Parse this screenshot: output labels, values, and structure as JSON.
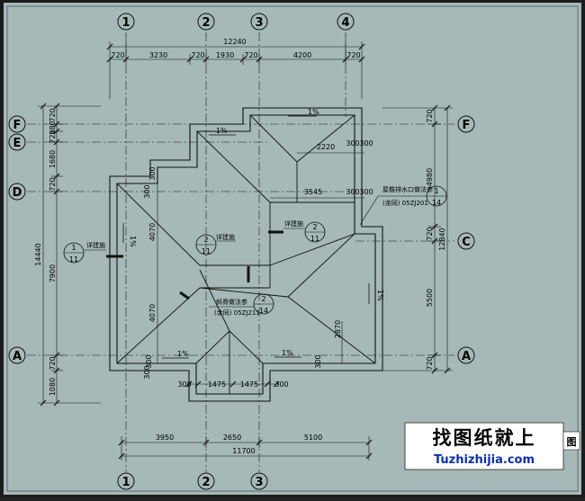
{
  "grid_top": [
    "1",
    "2",
    "3",
    "4"
  ],
  "grid_bottom": [
    "1",
    "2",
    "3"
  ],
  "grid_left": [
    "F",
    "E",
    "D",
    "A"
  ],
  "grid_right": [
    "F",
    "C",
    "A"
  ],
  "dims_top_total": "12240",
  "dims_top": [
    "720",
    "3230",
    "720",
    "1930",
    "720",
    "4200",
    "720"
  ],
  "dims_bottom": [
    "300",
    "1475",
    "1475",
    "300"
  ],
  "dims_bottom2": [
    "3950",
    "2650",
    "5100"
  ],
  "dims_bottom_total": "11700",
  "dims_left_total": "14440",
  "dims_left": [
    "720",
    "180",
    "720",
    "1680",
    "720",
    "7900",
    "720",
    "1080"
  ],
  "dims_left_inner": [
    "300",
    "300",
    "4070",
    "4070",
    "300"
  ],
  "dims_right_total": "12840",
  "dims_right": [
    "720",
    "4980",
    "720",
    "5500",
    "720"
  ],
  "dims_inner": [
    "2220",
    "300",
    "300",
    "3545",
    "300",
    "300",
    "300",
    "2870",
    "300",
    "300"
  ],
  "slope": "1%",
  "notes": {
    "detail": "详建施",
    "cornice_1": "屋檐排水口做法参",
    "cornice_2": "(余同) 05ZJ201",
    "slope_ref_1": "斜脊做法参",
    "slope_ref_2": "(余同) 05ZJ211"
  },
  "callouts": [
    {
      "top": "1",
      "bottom": "11"
    },
    {
      "top": "2",
      "bottom": "11"
    },
    {
      "top": "2",
      "bottom": "11"
    },
    {
      "top": "2",
      "bottom": "14"
    },
    {
      "top": "1",
      "bottom": "14"
    }
  ],
  "corner_label": "图",
  "watermark": {
    "chinese": "找图纸就上",
    "url": "Tuzhizhijia.com"
  }
}
